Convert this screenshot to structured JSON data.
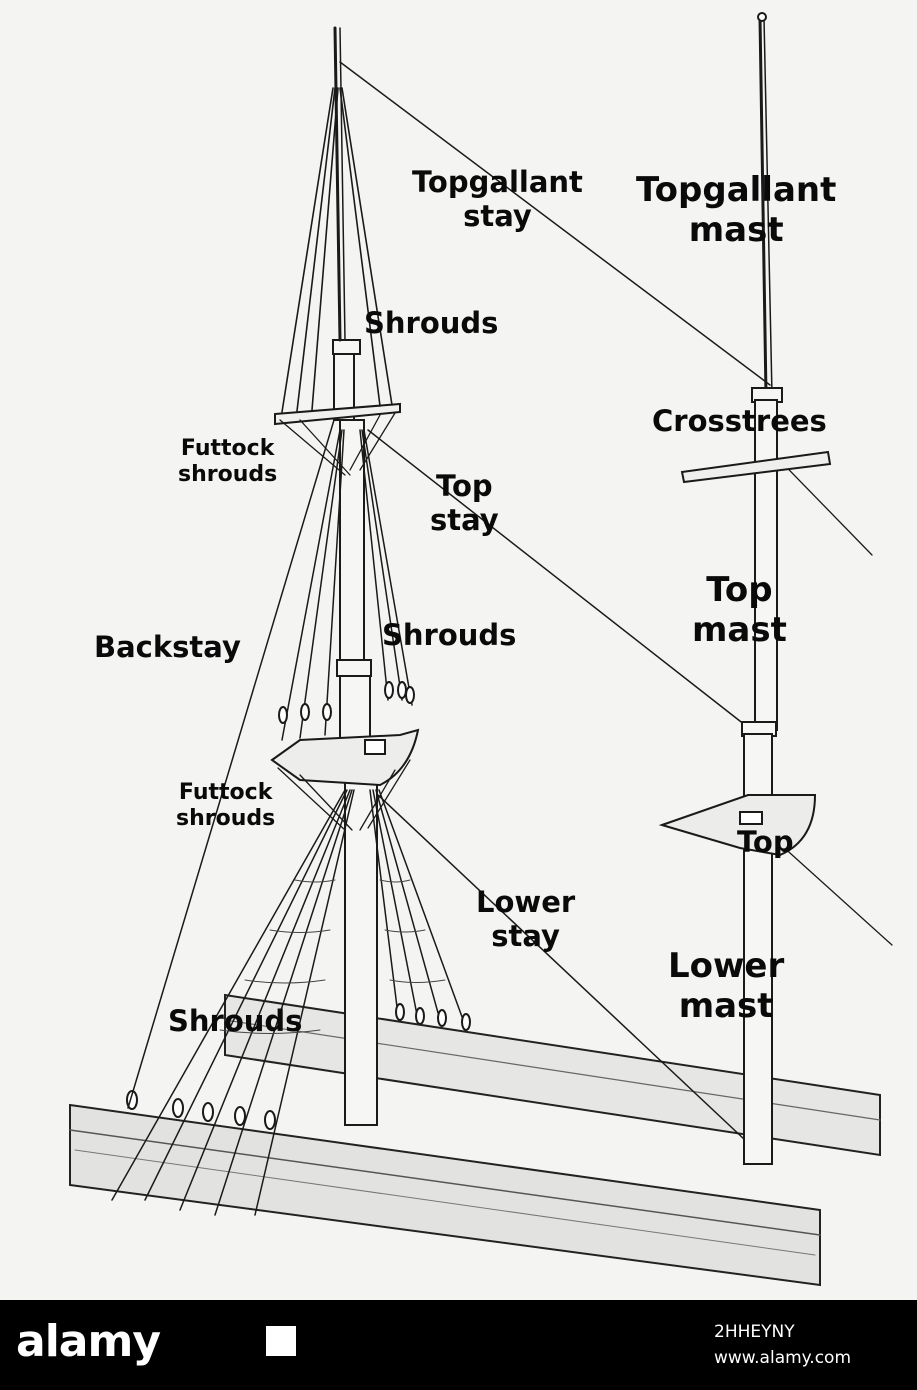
{
  "labels": {
    "topgallant_stay": [
      "Topgallant",
      "stay"
    ],
    "topgallant_mast": [
      "Topgallant",
      "mast"
    ],
    "shrouds_upper": "Shrouds",
    "crosstrees": "Crosstrees",
    "futtock_shrouds_upper": [
      "Futtock",
      "shrouds"
    ],
    "top_stay": [
      "Top",
      "stay"
    ],
    "top_mast": [
      "Top",
      "mast"
    ],
    "backstay": "Backstay",
    "shrouds_middle": "Shrouds",
    "futtock_shrouds_lower": [
      "Futtock",
      "shrouds"
    ],
    "top": "Top",
    "lower_stay": [
      "Lower",
      "stay"
    ],
    "lower_mast": [
      "Lower",
      "mast"
    ],
    "shrouds_lower": "Shrouds"
  },
  "watermark": {
    "logo": "alamy",
    "image_id": "2HHEYNY",
    "url": "www.alamy.com"
  }
}
